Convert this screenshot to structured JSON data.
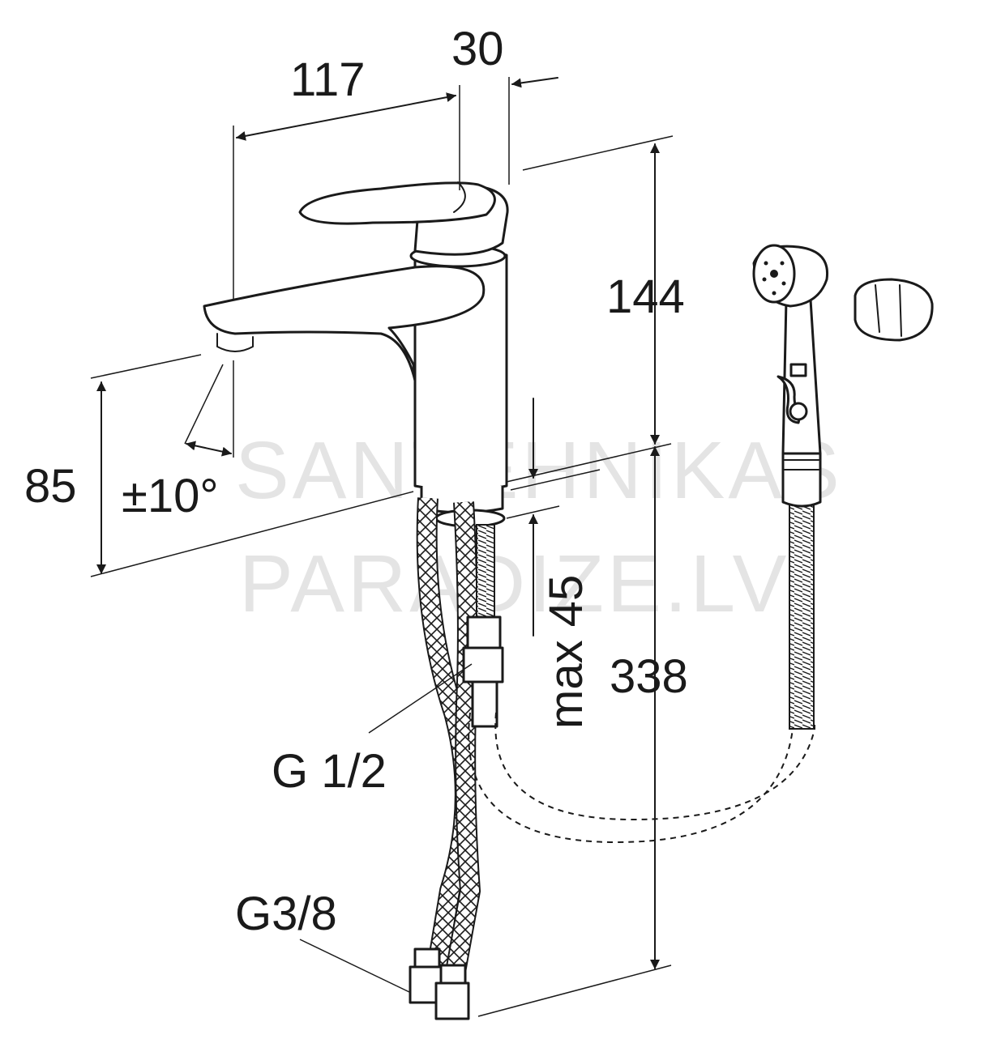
{
  "watermark": {
    "line1": "SANTEHNIKAS",
    "line2": "PARADIZE.LV"
  },
  "dimensions": {
    "spout_reach": "117",
    "rear_offset": "30",
    "body_height": "144",
    "spout_height": "85",
    "swivel": "±10°",
    "max_thickness": "max 45",
    "hose_length": "338",
    "connection_g12": "G 1/2",
    "connection_g38": "G3/8"
  }
}
